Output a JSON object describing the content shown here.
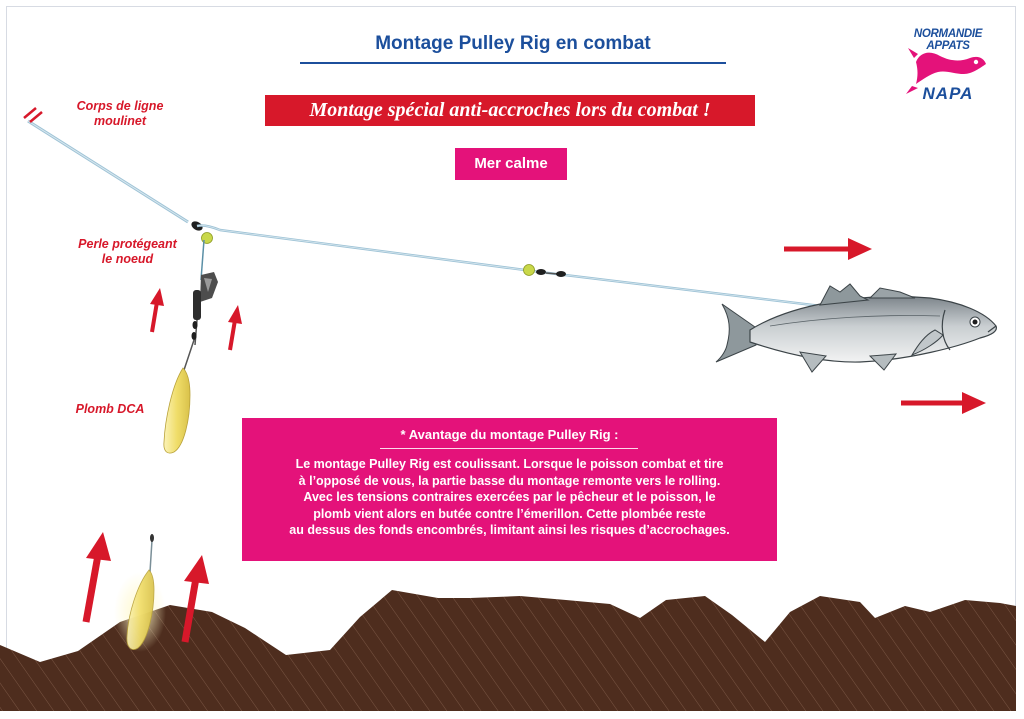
{
  "title": "Montage Pulley Rig en combat",
  "banner": "Montage spécial anti-accroches lors du combat !",
  "condition_badge": "Mer calme",
  "labels": {
    "line_body": "Corps de ligne\nmoulinet",
    "pearl": "Perle protégeant\nle noeud",
    "lead": "Plomb DCA"
  },
  "info": {
    "heading": "* Avantage du montage Pulley Rig  :",
    "lines": [
      "Le montage Pulley Rig est coulissant. Lorsque le poisson combat et tire",
      "à l’opposé de vous, la partie basse du montage remonte vers le rolling.",
      "Avec les tensions contraires exercées par le pêcheur et le poisson, le",
      "plomb vient alors en butée  contre l’émerillon. Cette plombée reste",
      "au dessus des fonds encombrés, limitant ainsi les risques d’accrochages."
    ]
  },
  "logo": {
    "line1": "NORMANDIE",
    "line2": "APPATS",
    "acronym": "NAPA"
  },
  "colors": {
    "title_blue": "#1c4f9c",
    "banner_red": "#d7182a",
    "magenta": "#e4127a",
    "seabed_brown": "#4e2d1e",
    "lead_yellow": "#f2e27a",
    "bead_green": "#c9d84a",
    "line_blue": "#9ec3d6"
  },
  "icons": [
    "fish-icon",
    "lead-weight-icon",
    "swivel-icon",
    "bead-icon",
    "arrow-icon",
    "logo-fish-icon"
  ]
}
